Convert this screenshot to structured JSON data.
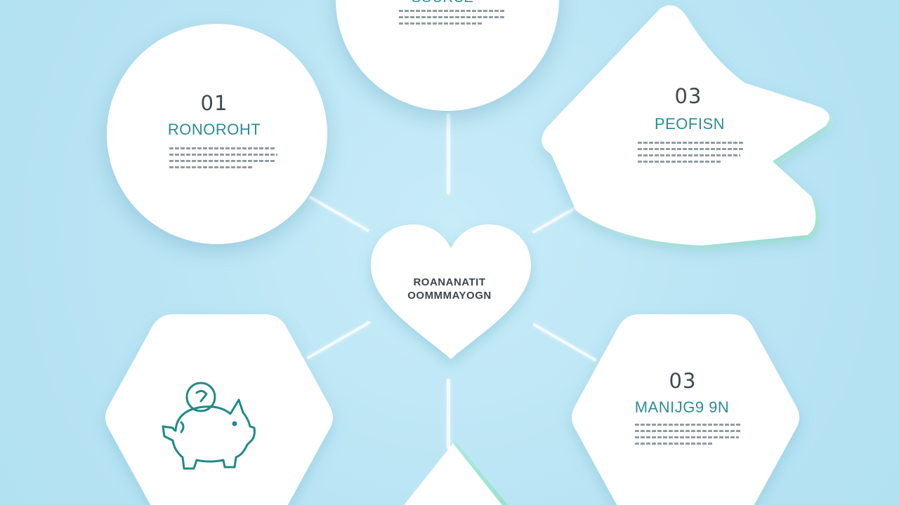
{
  "nodes": {
    "top": {
      "title": "SOURCE"
    },
    "left": {
      "number": "01",
      "title": "RONOROHT"
    },
    "right_top": {
      "number": "03",
      "title": "PEOFISN"
    },
    "center": {
      "line1": "ROANANATIT",
      "line2": "OOMMMAYOGN"
    },
    "right_bottom": {
      "number": "03",
      "title": "MANIJG9 9N"
    }
  },
  "icons": {
    "piggy_bank": "piggy-bank-icon"
  },
  "colors": {
    "background": "#bfe7f5",
    "shape": "#ffffff",
    "accent": "#2d8c94",
    "glow": "#7fe0b0"
  }
}
